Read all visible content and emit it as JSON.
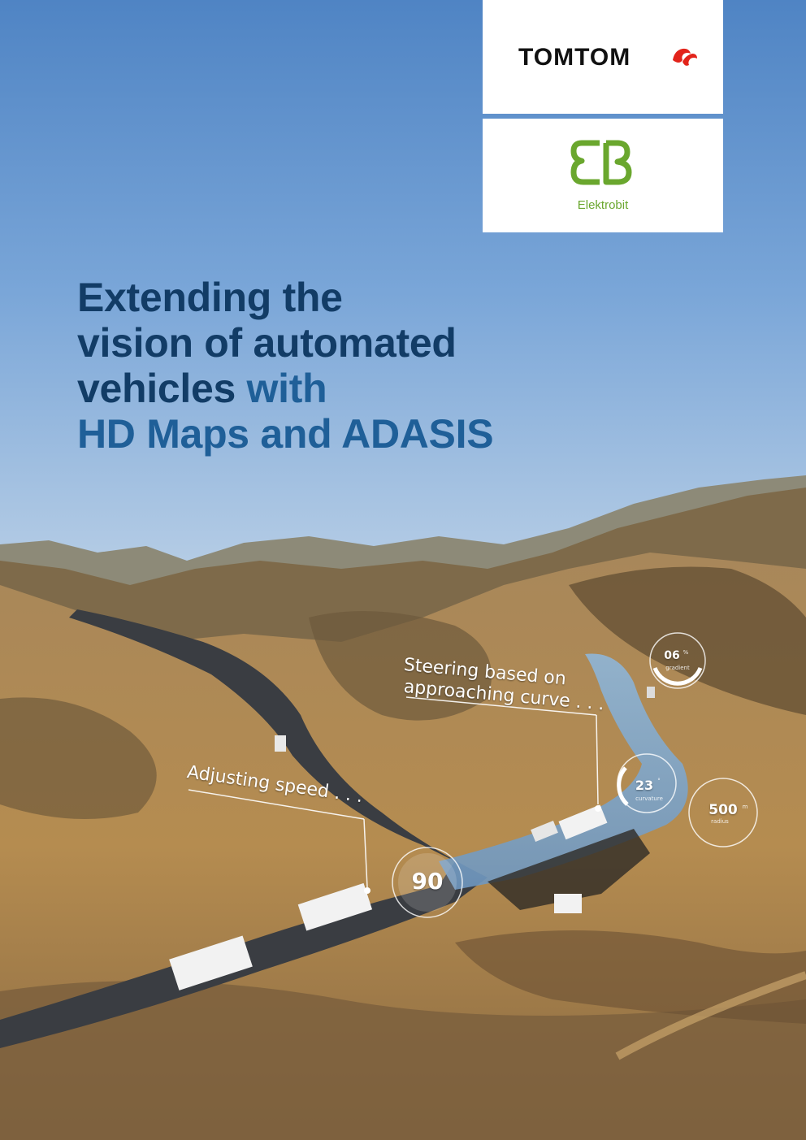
{
  "logos": {
    "tomtom": {
      "wordmark": "TOMTOM",
      "icon": "tomtom-hands-icon",
      "color": "#E2231A"
    },
    "elektrobit": {
      "mark": "EB",
      "name": "Elektrobit",
      "color": "#6AA72E"
    }
  },
  "title": {
    "line1": "Extending the",
    "line2": "vision of automated",
    "line3_dark": "vehicles",
    "line3_accent": " with",
    "line4": "HD Maps and ADASIS",
    "dark_color": "#123C66",
    "accent_color": "#1F5F98"
  },
  "hud": {
    "steering_line1": "Steering based on",
    "steering_line2": "approaching curve . . .",
    "speed_label": "Adjusting speed . . .",
    "speed_sign": "90",
    "gauge_gradient": {
      "value": "06",
      "unit_symbol": "%",
      "caption": "gradient"
    },
    "gauge_curvature": {
      "value": "23",
      "unit_symbol": "°",
      "caption": "curvature"
    },
    "gauge_radius": {
      "value": "500",
      "unit_symbol": "m",
      "caption": "radius"
    }
  }
}
